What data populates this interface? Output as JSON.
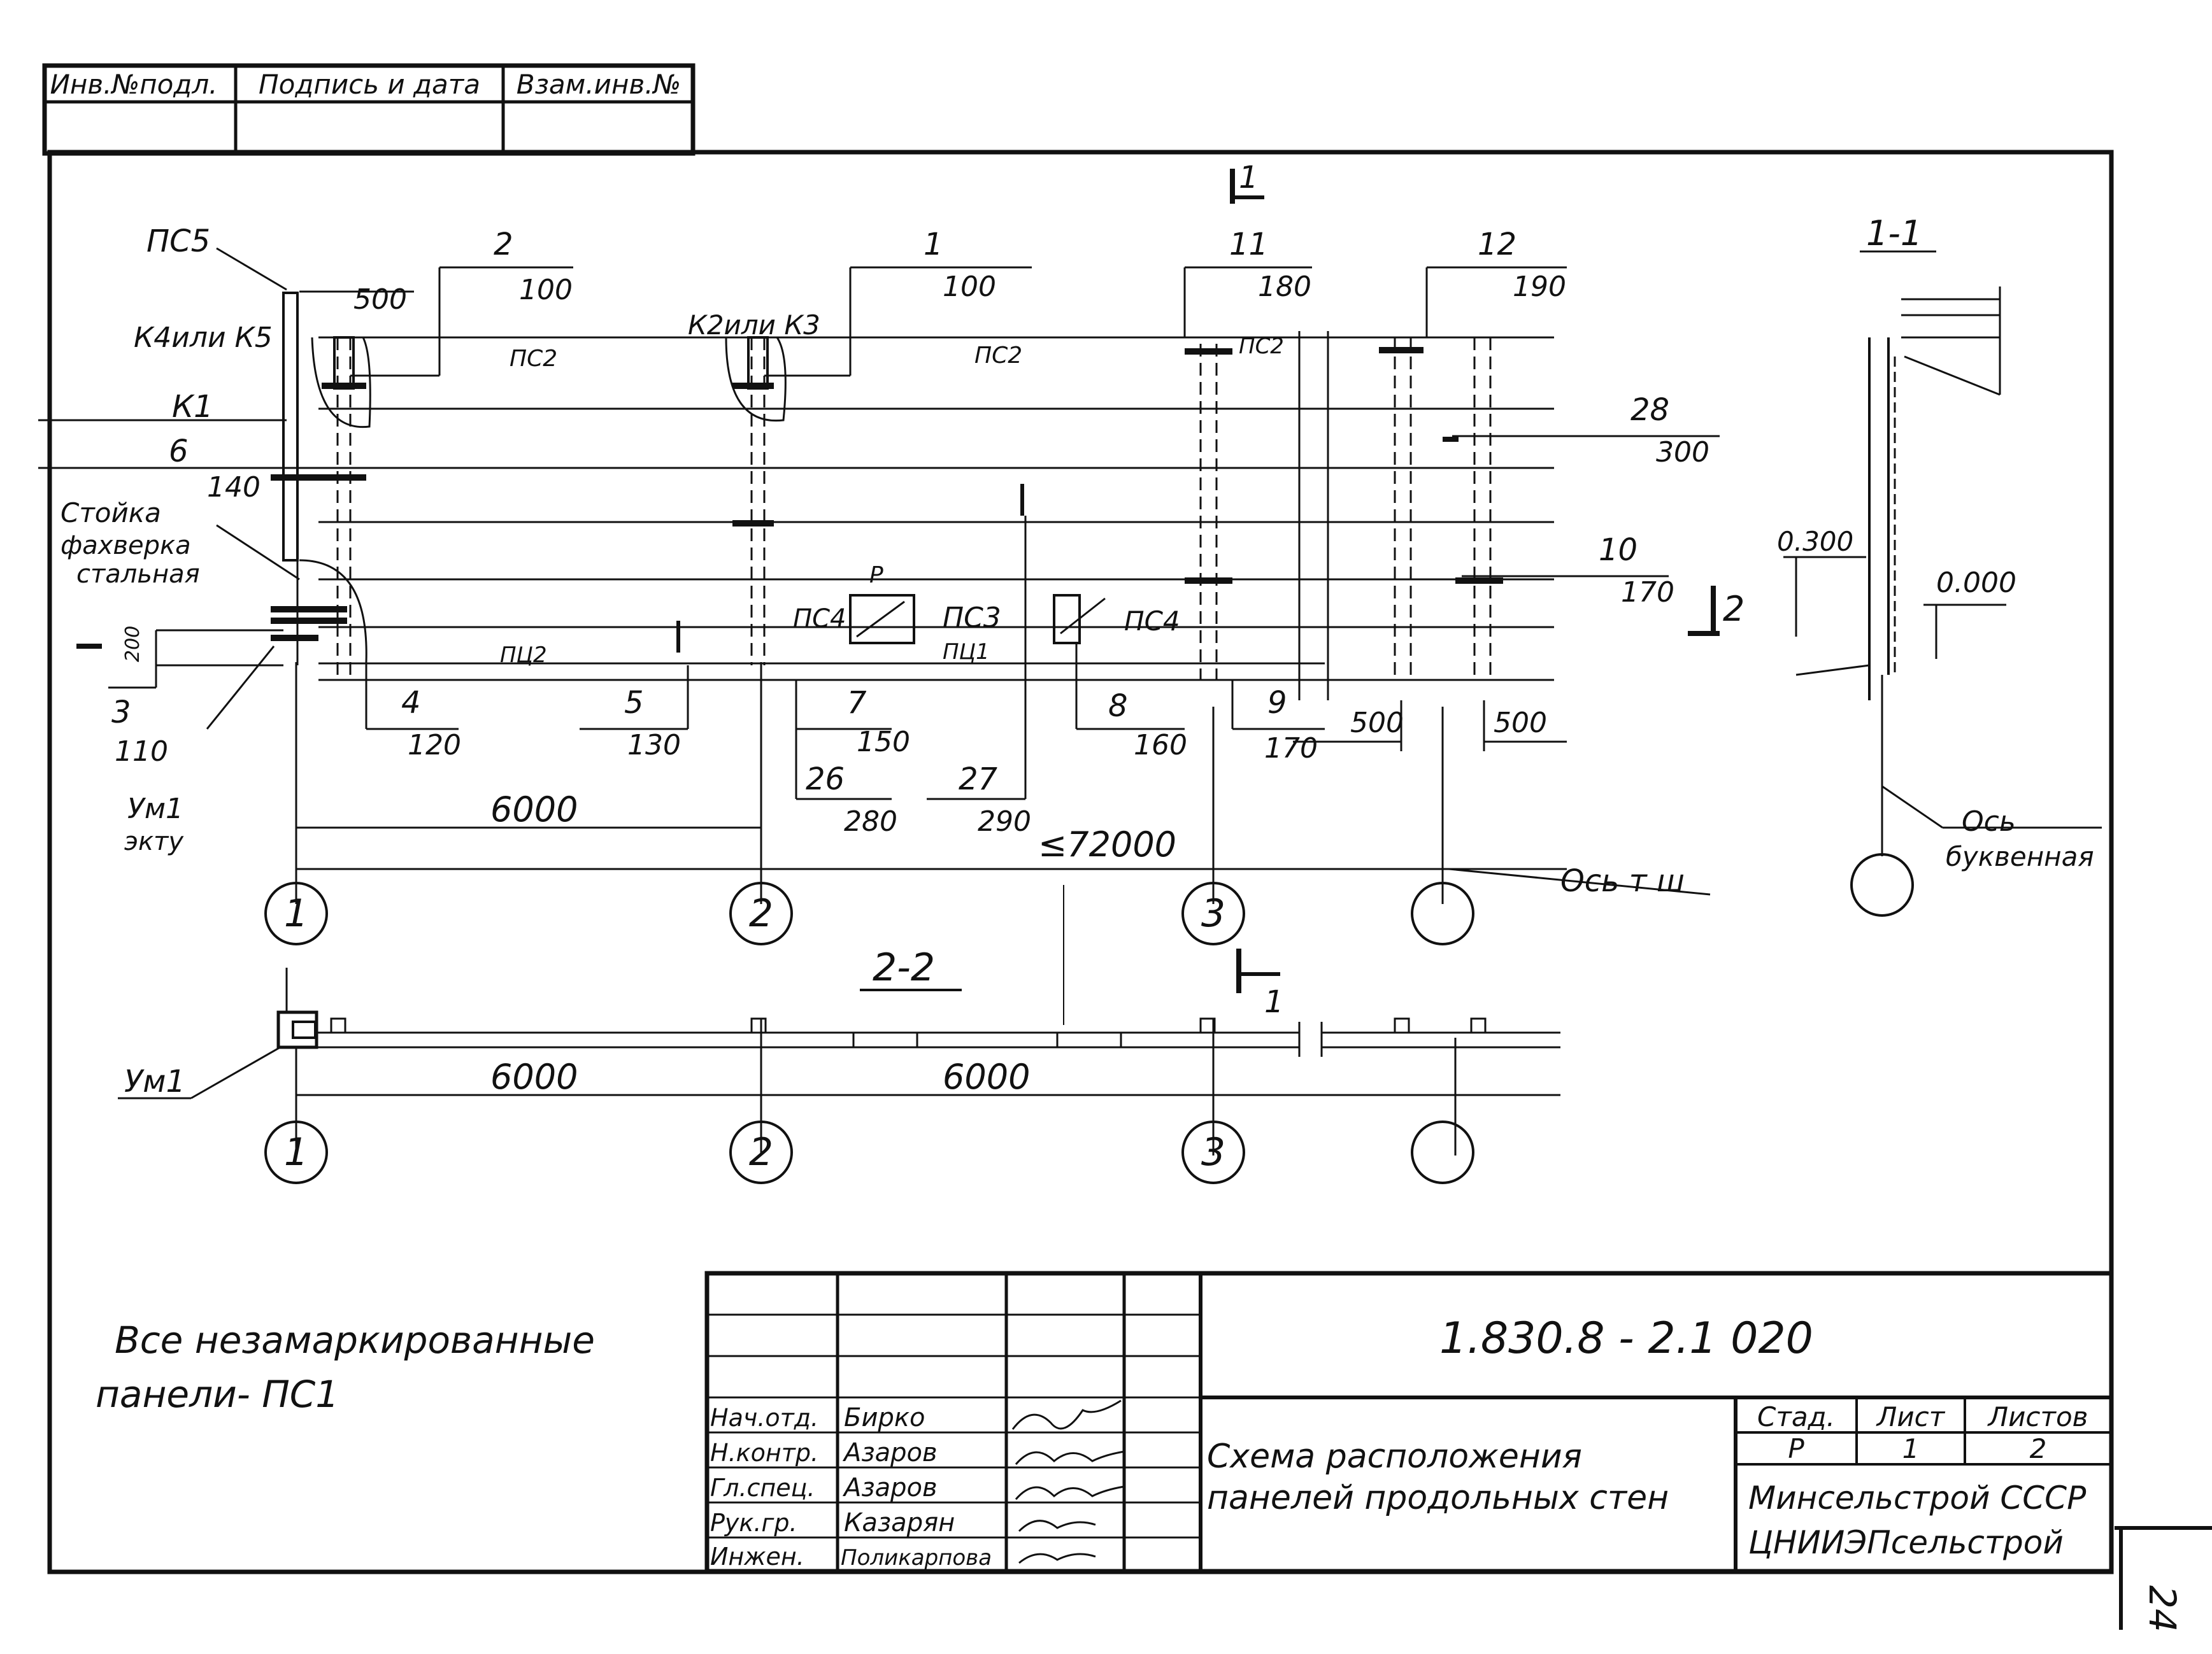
{
  "stamp_top": {
    "col1": "Инв.№подл.",
    "col2": "Подпись и дата",
    "col3": "Взам.инв.№"
  },
  "plan": {
    "section_marker_top": "1",
    "section_11_title": "1-1",
    "section_22_title": "2-2",
    "section_marker_bottom": "1",
    "section_marker_2": "2",
    "labels": {
      "pc5": "ПС5",
      "k4k5": "К4или К5",
      "k1": "К1",
      "n6": "6",
      "n140": "140",
      "stoyka1": "Стойка",
      "stoyka2": "фахверка",
      "stoyka3": "стальная",
      "n200": "200",
      "n3": "3",
      "n110": "110",
      "um1": "Ум1",
      "ektu": "экту",
      "k2k3": "К2или К3",
      "d2": "2",
      "d100a": "100",
      "d1": "1",
      "d100b": "100",
      "d11": "11",
      "d180": "180",
      "d12": "12",
      "d190": "190",
      "d500top": "500",
      "d28": "28",
      "d300": "300",
      "d10": "10",
      "d170a": "170",
      "d4": "4",
      "d120": "120",
      "d5": "5",
      "d130": "130",
      "d7": "7",
      "d150": "150",
      "d26": "26",
      "d280": "280",
      "d27": "27",
      "d290": "290",
      "d8": "8",
      "d160": "160",
      "d9": "9",
      "d170b": "170",
      "d500a": "500",
      "d500b": "500",
      "pc2a": "ПС2",
      "pc2b": "ПС2",
      "pc2c": "ПС2",
      "pc4a": "ПС4",
      "pc3": "ПС3",
      "pc4b": "ПС4",
      "pcL": "ПЦ2",
      "pcM": "ПЦ1",
      "win_p": "Р",
      "dim6000": "6000",
      "dim72000": "≤72000",
      "axis_label": "Ось т ш",
      "elev300": "0.300",
      "elev000": "0.000",
      "axis_letter1": "Ось",
      "axis_letter2": "буквенная",
      "um1_2": "Ум1",
      "dim6000b": "6000",
      "dim6000c": "6000"
    },
    "axes_top": [
      "1",
      "2",
      "3",
      ""
    ],
    "axes_bottom": [
      "1",
      "2",
      "3",
      ""
    ]
  },
  "note": {
    "line1": "Все незамаркированные",
    "line2": "панели- ПС1"
  },
  "title_block": {
    "doc_code": "1.830.8 - 2.1   020",
    "title_line1": "Схема расположения",
    "title_line2": "панелей продольных стен",
    "stage_header": "Стад.",
    "sheet_header": "Лист",
    "sheets_header": "Листов",
    "stage": "Р",
    "sheet": "1",
    "sheets": "2",
    "org_line1": "Минсельстрой СССР",
    "org_line2": "ЦНИИЭПсельстрой",
    "roles": [
      {
        "role": "Нач.отд.",
        "name": "Бирко"
      },
      {
        "role": "Н.контр.",
        "name": "Азаров"
      },
      {
        "role": "Гл.спец.",
        "name": "Азаров"
      },
      {
        "role": "Рук.гр.",
        "name": "Казарян"
      },
      {
        "role": "Инжен.",
        "name": "Поликарпова"
      }
    ]
  },
  "page_number": "24"
}
